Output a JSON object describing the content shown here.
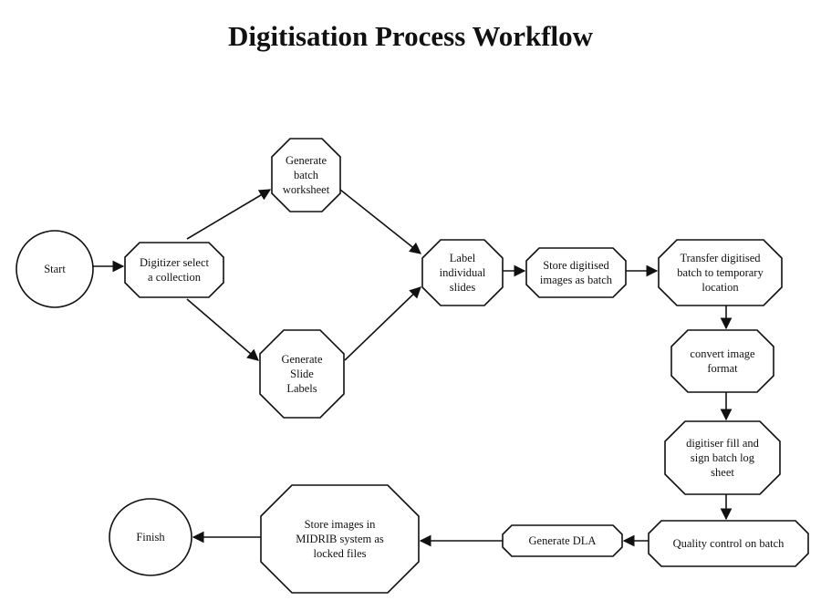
{
  "title": "Digitisation Process Workflow",
  "nodes": {
    "start": [
      "Start"
    ],
    "select_collection": [
      "Digitizer select",
      "a collection"
    ],
    "batch_worksheet": [
      "Generate",
      "batch",
      "worksheet"
    ],
    "slide_labels": [
      "Generate",
      "Slide",
      "Labels"
    ],
    "label_slides": [
      "Label",
      "individual",
      "slides"
    ],
    "store_batch": [
      "Store digitised",
      "images as batch"
    ],
    "transfer_batch": [
      "Transfer digitised",
      "batch to temporary",
      "location"
    ],
    "convert_format": [
      "convert image",
      "format"
    ],
    "log_sheet": [
      "digitiser fill and",
      "sign batch log",
      "sheet"
    ],
    "quality_control": [
      "Quality control on batch"
    ],
    "generate_dla": [
      "Generate DLA"
    ],
    "store_midrib": [
      "Store images in",
      "MIDRIB system as",
      "locked files"
    ],
    "finish": [
      "Finish"
    ]
  },
  "edges": [
    [
      "start",
      "select_collection"
    ],
    [
      "select_collection",
      "batch_worksheet"
    ],
    [
      "select_collection",
      "slide_labels"
    ],
    [
      "batch_worksheet",
      "label_slides"
    ],
    [
      "slide_labels",
      "label_slides"
    ],
    [
      "label_slides",
      "store_batch"
    ],
    [
      "store_batch",
      "transfer_batch"
    ],
    [
      "transfer_batch",
      "convert_format"
    ],
    [
      "convert_format",
      "log_sheet"
    ],
    [
      "log_sheet",
      "quality_control"
    ],
    [
      "quality_control",
      "generate_dla"
    ],
    [
      "generate_dla",
      "store_midrib"
    ],
    [
      "store_midrib",
      "finish"
    ]
  ]
}
